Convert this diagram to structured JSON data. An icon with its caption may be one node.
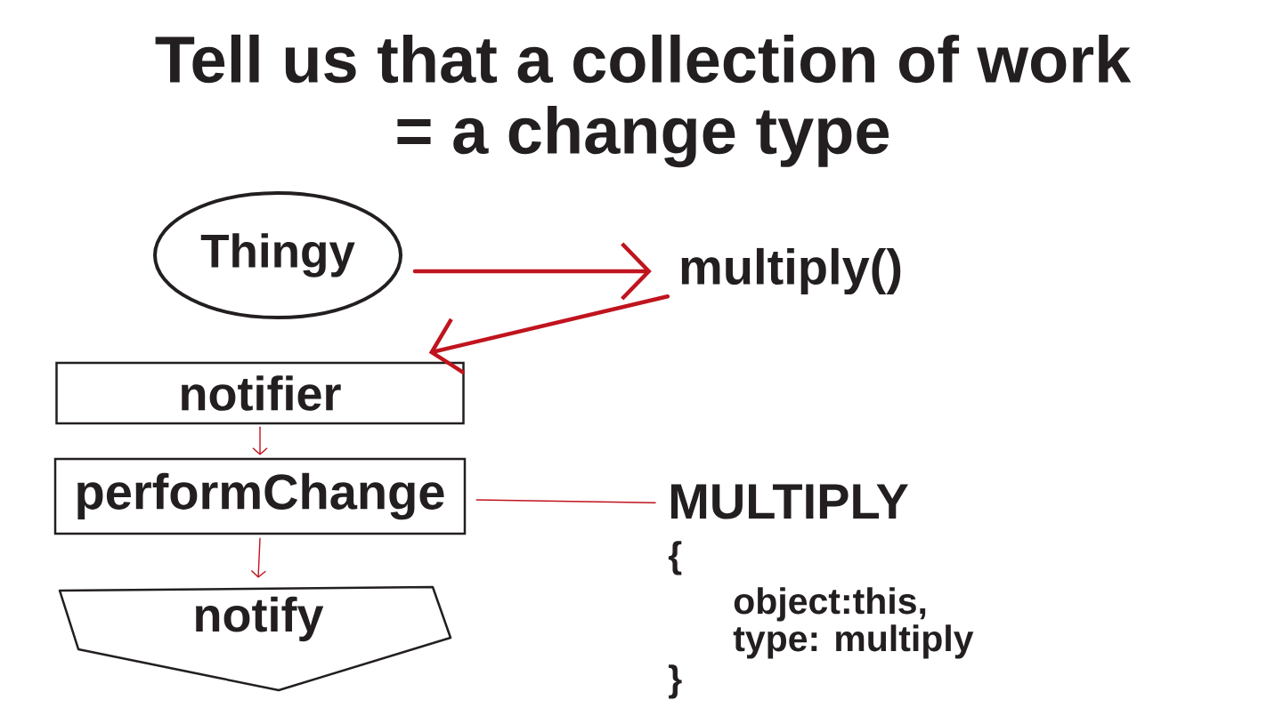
{
  "diagram": {
    "title": "Tell us that a collection of work = a change type",
    "nodes": [
      {
        "text": [
          "Thingy"
        ]
      },
      {
        "text": [
          "multiply()"
        ]
      },
      {
        "text": [
          "notifier"
        ]
      },
      {
        "text": [
          "performChange"
        ]
      },
      {
        "text": [
          "notify"
        ]
      },
      {
        "text": [
          "MULTIPLY",
          "{",
          "object:this,",
          "type: multiply",
          "}"
        ]
      }
    ],
    "edges": [
      {
        "from": 0,
        "to": 1,
        "arrow": "to",
        "style": "thick"
      },
      {
        "from": 1,
        "to": 2,
        "arrow": "to",
        "style": "thick"
      },
      {
        "from": 2,
        "to": 3,
        "arrow": "to"
      },
      {
        "from": 3,
        "to": 4,
        "arrow": "to"
      },
      {
        "from": 3,
        "to": 5,
        "arrow": "none"
      }
    ]
  }
}
